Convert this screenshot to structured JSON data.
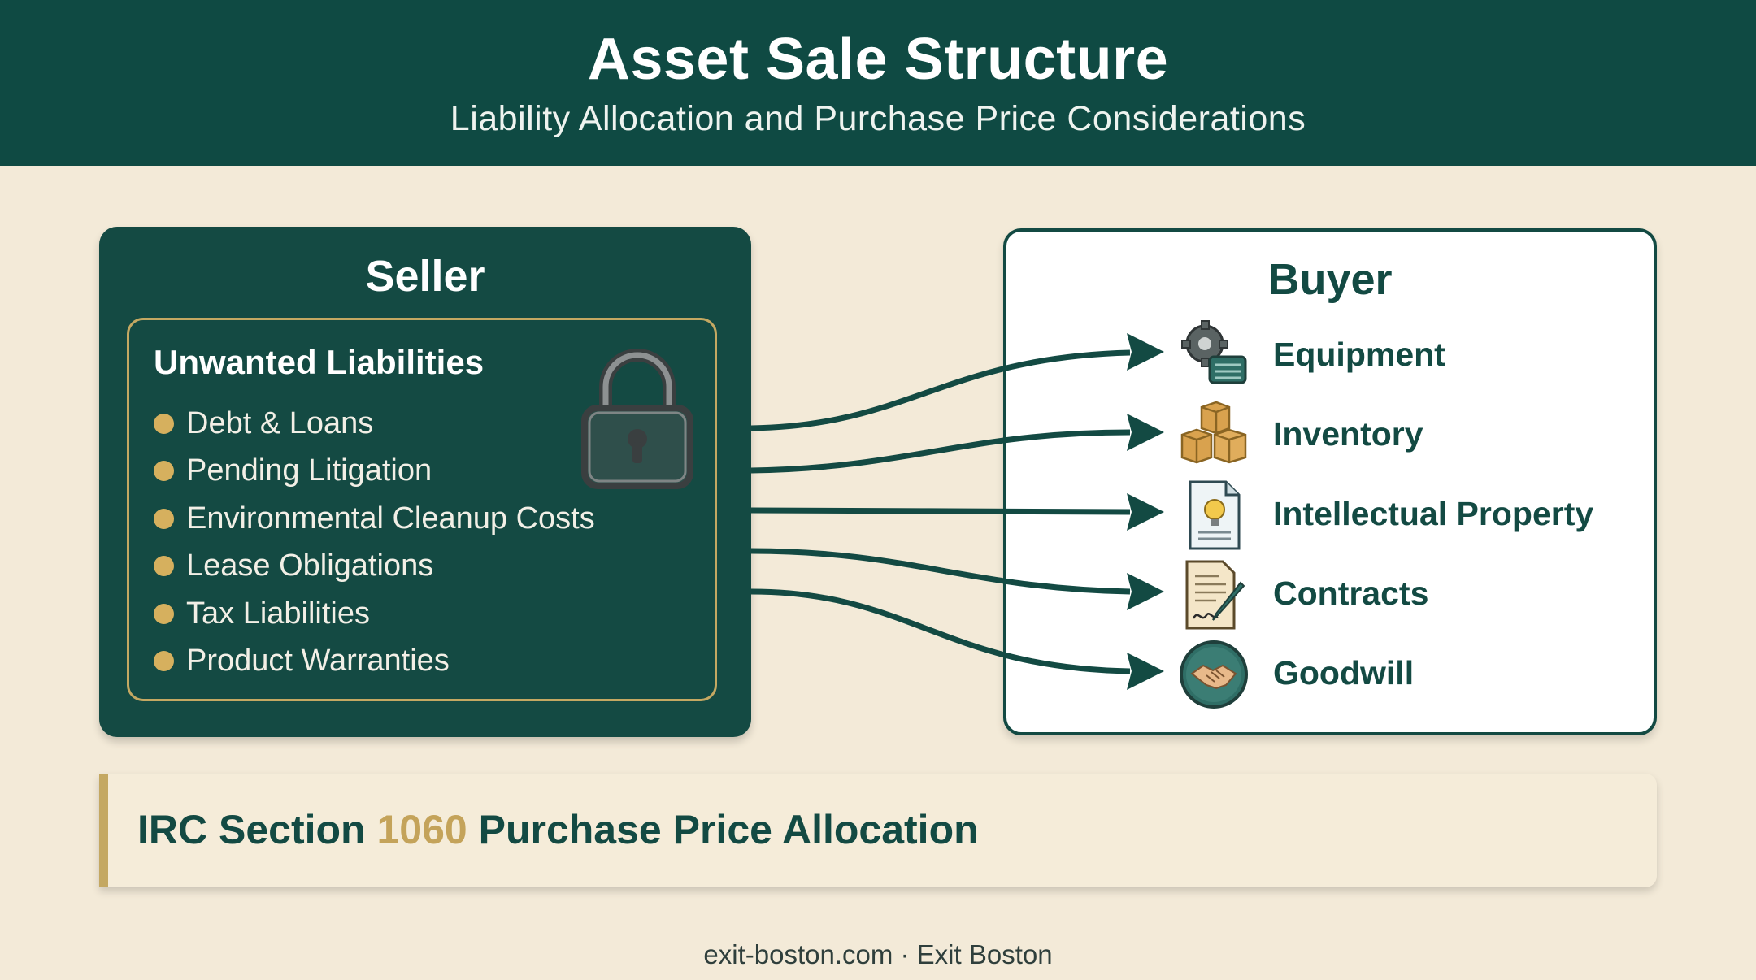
{
  "header": {
    "title": "Asset Sale Structure",
    "subtitle": "Liability Allocation and Purchase Price Considerations"
  },
  "seller": {
    "title": "Seller",
    "liabilities_heading": "Unwanted Liabilities",
    "liabilities": [
      "Debt & Loans",
      "Pending Litigation",
      "Environmental Cleanup Costs",
      "Lease Obligations",
      "Tax Liabilities",
      "Product Warranties"
    ],
    "lock_icon": "lock-icon"
  },
  "buyer": {
    "title": "Buyer",
    "assets": [
      {
        "label": "Equipment",
        "icon": "gears-icon"
      },
      {
        "label": "Inventory",
        "icon": "boxes-icon"
      },
      {
        "label": "Intellectual Property",
        "icon": "lightbulb-document-icon"
      },
      {
        "label": "Contracts",
        "icon": "signed-contract-icon"
      },
      {
        "label": "Goodwill",
        "icon": "handshake-icon"
      }
    ]
  },
  "callout": {
    "prefix": "IRC Section ",
    "number": "1060",
    "suffix": " Purchase Price Allocation"
  },
  "footer": {
    "text": "exit-boston.com · Exit Boston"
  },
  "colors": {
    "primary": "#134a43",
    "accent_gold": "#c4a862",
    "background": "#f3ead8"
  }
}
